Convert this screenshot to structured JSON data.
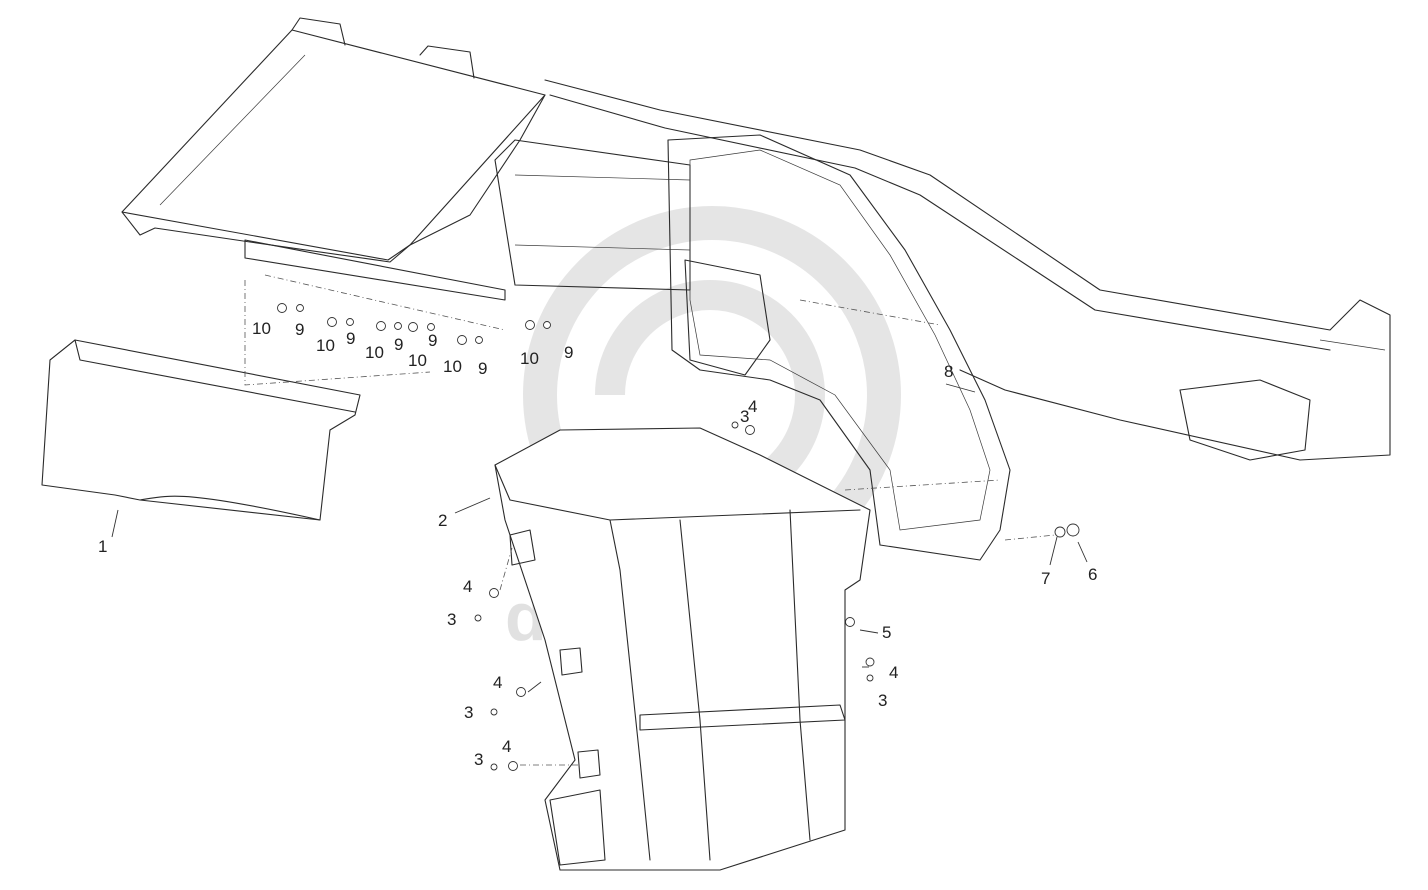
{
  "watermark": {
    "text": "data-parts",
    "color": "#c4c4c4"
  },
  "callouts": [
    {
      "id": "c1",
      "label": "1"
    },
    {
      "id": "c2",
      "label": "2"
    },
    {
      "id": "c3a",
      "label": "3"
    },
    {
      "id": "c4a",
      "label": "4"
    },
    {
      "id": "c3b",
      "label": "3"
    },
    {
      "id": "c4b",
      "label": "4"
    },
    {
      "id": "c3c",
      "label": "3"
    },
    {
      "id": "c4c",
      "label": "4"
    },
    {
      "id": "c3d",
      "label": "3"
    },
    {
      "id": "c4d",
      "label": "4"
    },
    {
      "id": "c3e",
      "label": "3"
    },
    {
      "id": "c4e",
      "label": "4"
    },
    {
      "id": "c5",
      "label": "5"
    },
    {
      "id": "c6",
      "label": "6"
    },
    {
      "id": "c7",
      "label": "7"
    },
    {
      "id": "c8",
      "label": "8"
    },
    {
      "id": "c9a",
      "label": "9"
    },
    {
      "id": "c9b",
      "label": "9"
    },
    {
      "id": "c9c",
      "label": "9"
    },
    {
      "id": "c9d",
      "label": "9"
    },
    {
      "id": "c9e",
      "label": "9"
    },
    {
      "id": "c9f",
      "label": "9"
    },
    {
      "id": "c10a",
      "label": "10"
    },
    {
      "id": "c10b",
      "label": "10"
    },
    {
      "id": "c10c",
      "label": "10"
    },
    {
      "id": "c10d",
      "label": "10"
    },
    {
      "id": "c10e",
      "label": "10"
    },
    {
      "id": "c10f",
      "label": "10"
    }
  ]
}
